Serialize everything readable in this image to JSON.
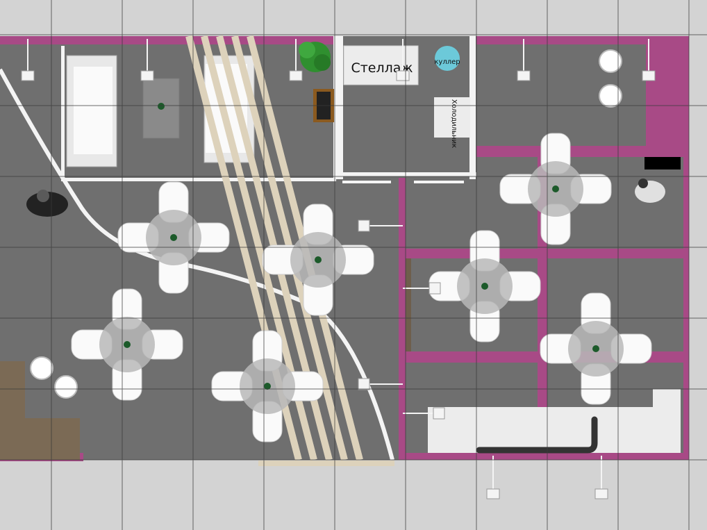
{
  "labels": {
    "shelf": "Стеллаж",
    "cooler": "куллер",
    "fridge": "Холодильник"
  },
  "colors": {
    "background": "#d3d3d3",
    "floor": "#6f6f6f",
    "wall_accent": "#a84a86",
    "partition": "#f4f4f4",
    "slats": "#ddd2bb",
    "cooler": "#6cc9d9",
    "wood_floor": "#7b6a55",
    "grid_line": "#3a3a3a"
  },
  "icons": [
    "grid-lines",
    "sofa-icon",
    "armchair-icon",
    "coffee-table-icon",
    "plant-icon",
    "bookshelf-icon",
    "round-table-icon",
    "chair-icon",
    "stool-icon",
    "person-icon",
    "spotlight-icon",
    "slatted-divider",
    "cable-curve"
  ]
}
